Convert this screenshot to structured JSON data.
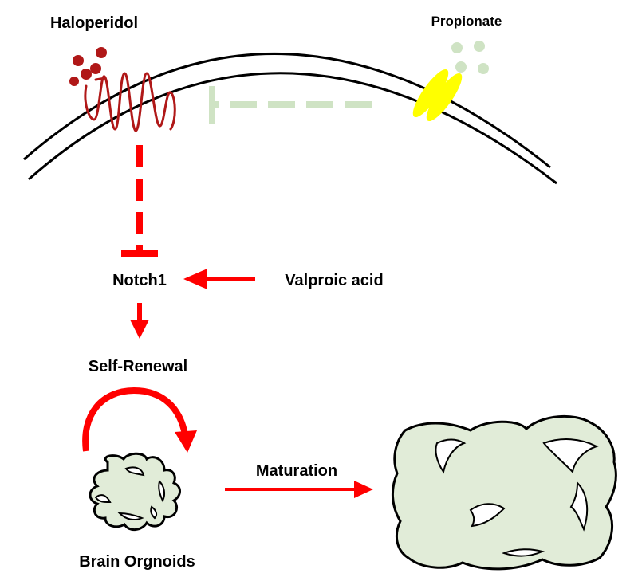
{
  "labels": {
    "haloperidol": "Haloperidol",
    "propionate": "Propionate",
    "notch1": "Notch1",
    "valproic_acid": "Valproic acid",
    "self_renewal": "Self-Renewal",
    "maturation": "Maturation",
    "brain_organoids": "Brain Orgnoids"
  },
  "colors": {
    "red": "#ff0000",
    "dark_red": "#b01818",
    "light_green": "#cfe3c4",
    "organoid_fill": "#e1ecd8",
    "yellow": "#ffff00",
    "black": "#000000"
  }
}
